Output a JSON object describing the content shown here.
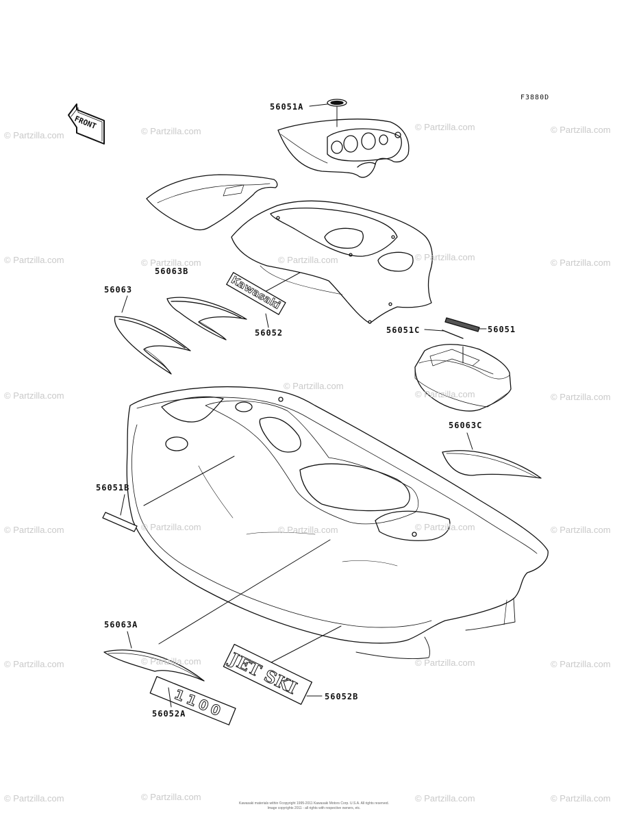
{
  "drawing_code": "F3880D",
  "front_label": "FRONT",
  "labels": {
    "p56051A": "56051A",
    "p56063B": "56063B",
    "p56063": "56063",
    "p56052": "56052",
    "p56051C": "56051C",
    "p56051": "56051",
    "p56063C": "56063C",
    "p56051B": "56051B",
    "p56063A": "56063A",
    "p56052A": "56052A",
    "p56052B": "56052B"
  },
  "decal_text": {
    "kawasaki": "Kawasaki",
    "jetski": "JET SKI",
    "model": "1100"
  },
  "watermark": "© Partzilla.com",
  "copyright_line1": "Kawasaki materials within ©copyright 1995-2011 Kawasaki Motors Corp. U.S.A. All rights reserved.",
  "copyright_line2": "Image copyrights 2011 - all rights with respective owners, etc."
}
